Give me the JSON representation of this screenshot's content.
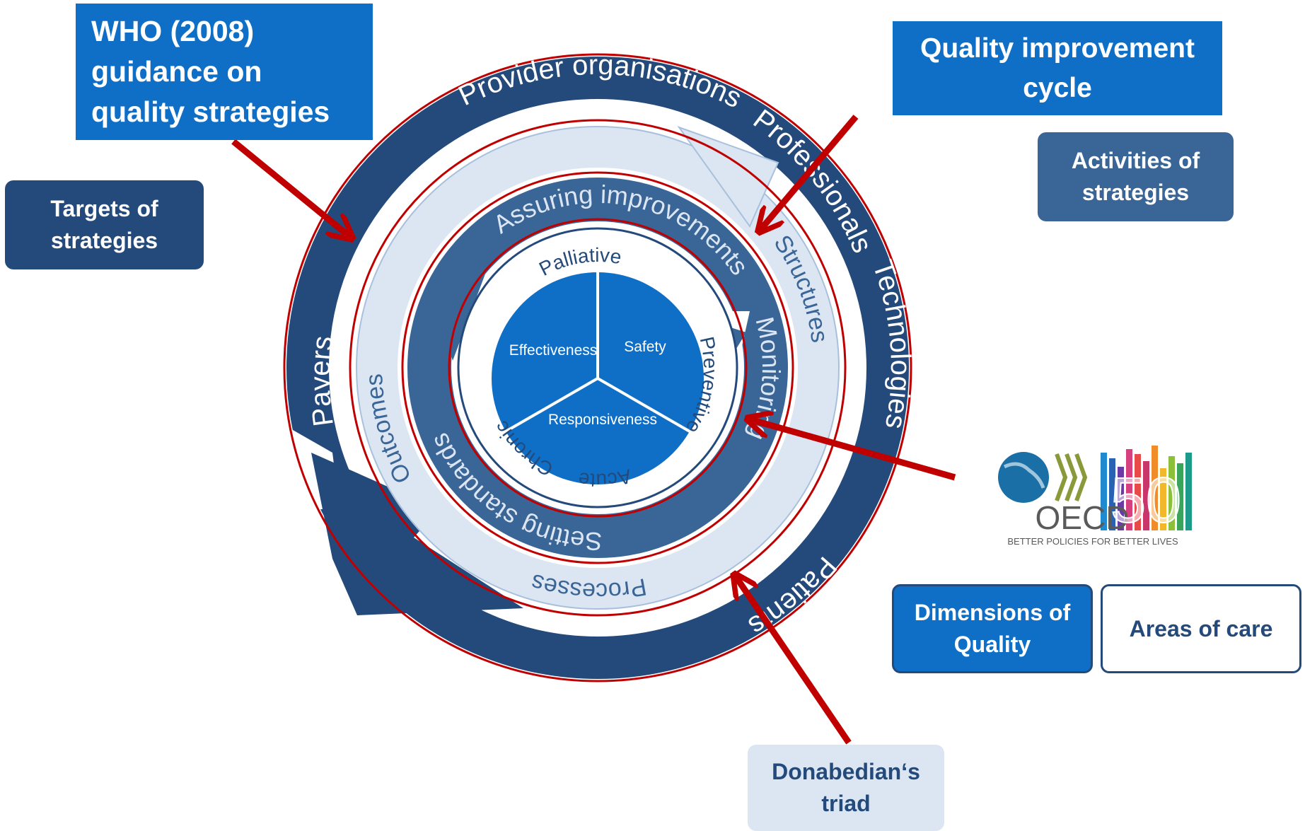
{
  "callouts": {
    "who": [
      "WHO  (2008)",
      "guidance on",
      "quality strategies"
    ],
    "qic": [
      "Quality improvement",
      "cycle"
    ],
    "activities": [
      "Activities of",
      "strategies"
    ],
    "targets": [
      "Targets of",
      "strategies"
    ],
    "dimensions": [
      "Dimensions of",
      "Quality"
    ],
    "areas": [
      "Areas of care"
    ],
    "donabedian": [
      "Donabedian‘s",
      "triad"
    ]
  },
  "rings": {
    "targets": [
      "Provider organisations",
      "Professionals",
      "Technologies",
      "Patients",
      "Payers"
    ],
    "donabedian": [
      "Structures",
      "Processes",
      "Outcomes"
    ],
    "activities": [
      "Assuring improvements",
      "Monitoring",
      "Setting standards"
    ],
    "areas": [
      "Palliative",
      "Preventive",
      "Acute",
      "Chronic"
    ],
    "dimensions": [
      "Effectiveness",
      "Safety",
      "Responsiveness"
    ]
  },
  "logo": {
    "name": "OECD",
    "number": "50",
    "tagline": "BETTER POLICIES FOR BETTER LIVES"
  },
  "colors": {
    "dark_navy": "#244a7b",
    "mid_blue": "#3a6597",
    "bright_blue": "#0f6fc6",
    "pale_blue": "#dce6f2",
    "red": "#c00000"
  }
}
